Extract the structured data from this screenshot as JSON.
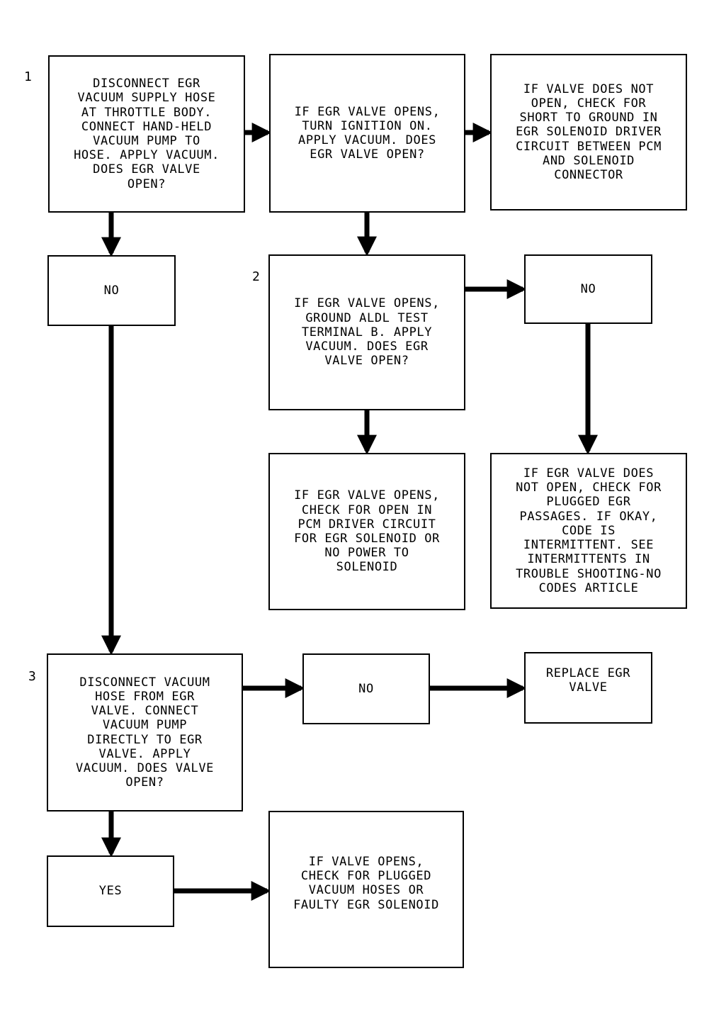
{
  "steps": {
    "s1": "1",
    "s2": "2",
    "s3": "3"
  },
  "boxes": {
    "b1": "DISCONNECT EGR\nVACUUM SUPPLY HOSE\nAT THROTTLE BODY.\nCONNECT HAND-HELD\nVACUUM PUMP TO\nHOSE. APPLY VACUUM.\nDOES EGR VALVE\nOPEN?",
    "b2": "IF EGR VALVE OPENS,\nTURN IGNITION ON.\nAPPLY VACUUM. DOES\nEGR VALVE OPEN?",
    "b3": "IF VALVE DOES NOT\nOPEN, CHECK FOR\nSHORT TO GROUND IN\nEGR SOLENOID DRIVER\nCIRCUIT BETWEEN PCM\nAND SOLENOID\nCONNECTOR",
    "no1": "NO",
    "b4": "IF EGR VALVE OPENS,\nGROUND ALDL TEST\nTERMINAL B. APPLY\nVACUUM. DOES EGR\nVALVE OPEN?",
    "no2": "NO",
    "b5": "IF EGR VALVE OPENS,\nCHECK FOR OPEN IN\nPCM DRIVER CIRCUIT\nFOR EGR SOLENOID OR\nNO POWER TO\nSOLENOID",
    "b6": "IF EGR VALVE DOES\nNOT OPEN, CHECK FOR\nPLUGGED EGR\nPASSAGES. IF OKAY,\nCODE IS\nINTERMITTENT. SEE\nINTERMITTENTS IN\nTROUBLE SHOOTING-NO\nCODES ARTICLE",
    "b7": "DISCONNECT VACUUM\nHOSE FROM EGR\nVALVE. CONNECT\nVACUUM PUMP\nDIRECTLY TO EGR\nVALVE. APPLY\nVACUUM. DOES VALVE\nOPEN?",
    "no3": "NO",
    "b8": "REPLACE EGR\nVALVE",
    "yes1": "YES",
    "b9": "IF VALVE OPENS,\nCHECK FOR PLUGGED\nVACUUM HOSES OR\nFAULTY EGR SOLENOID"
  }
}
